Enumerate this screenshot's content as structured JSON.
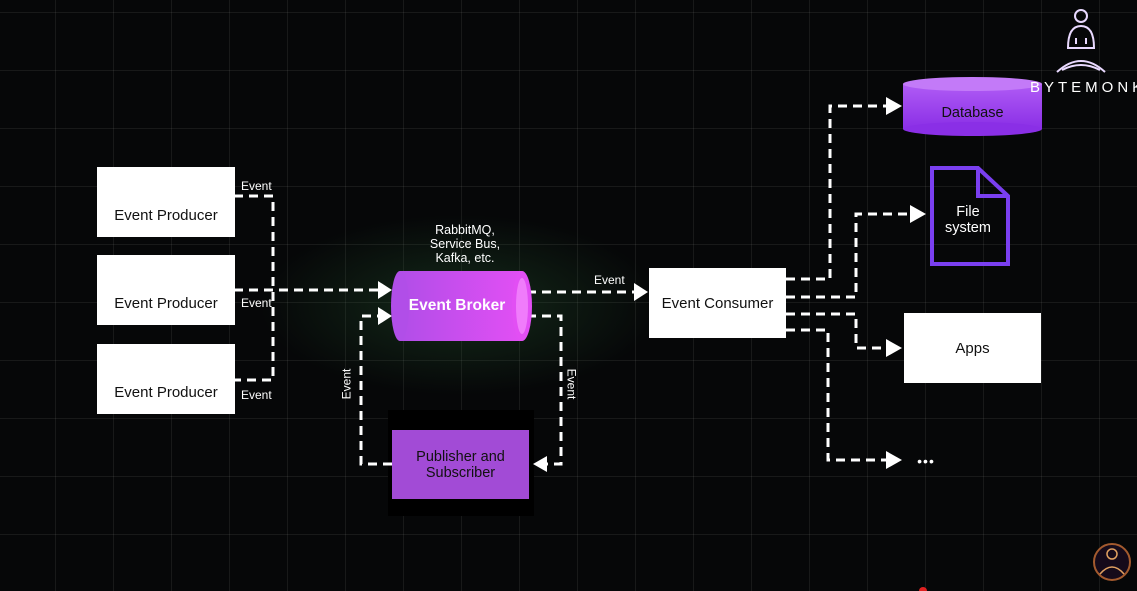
{
  "producers": [
    {
      "label": "Event Producer"
    },
    {
      "label": "Event Producer"
    },
    {
      "label": "Event Producer"
    }
  ],
  "event_label": "Event",
  "broker": {
    "label": "Event Broker",
    "note": "RabbitMQ,\nService Bus,\nKafka, etc."
  },
  "consumer": {
    "label": "Event Consumer"
  },
  "pubsub": {
    "label": "Publisher and\nSubscriber"
  },
  "targets": {
    "database": "Database",
    "file_system": "File\nsystem",
    "apps": "Apps",
    "more": "•••"
  },
  "brand": {
    "name": "BYTEMONK"
  },
  "colors": {
    "background": "#060708",
    "accent_purple": "#a24bd6",
    "accent_magenta": "#d24cf0",
    "database_purple": "#9b3df2",
    "file_outline": "#7a3ff0",
    "connector": "#ffffff"
  }
}
